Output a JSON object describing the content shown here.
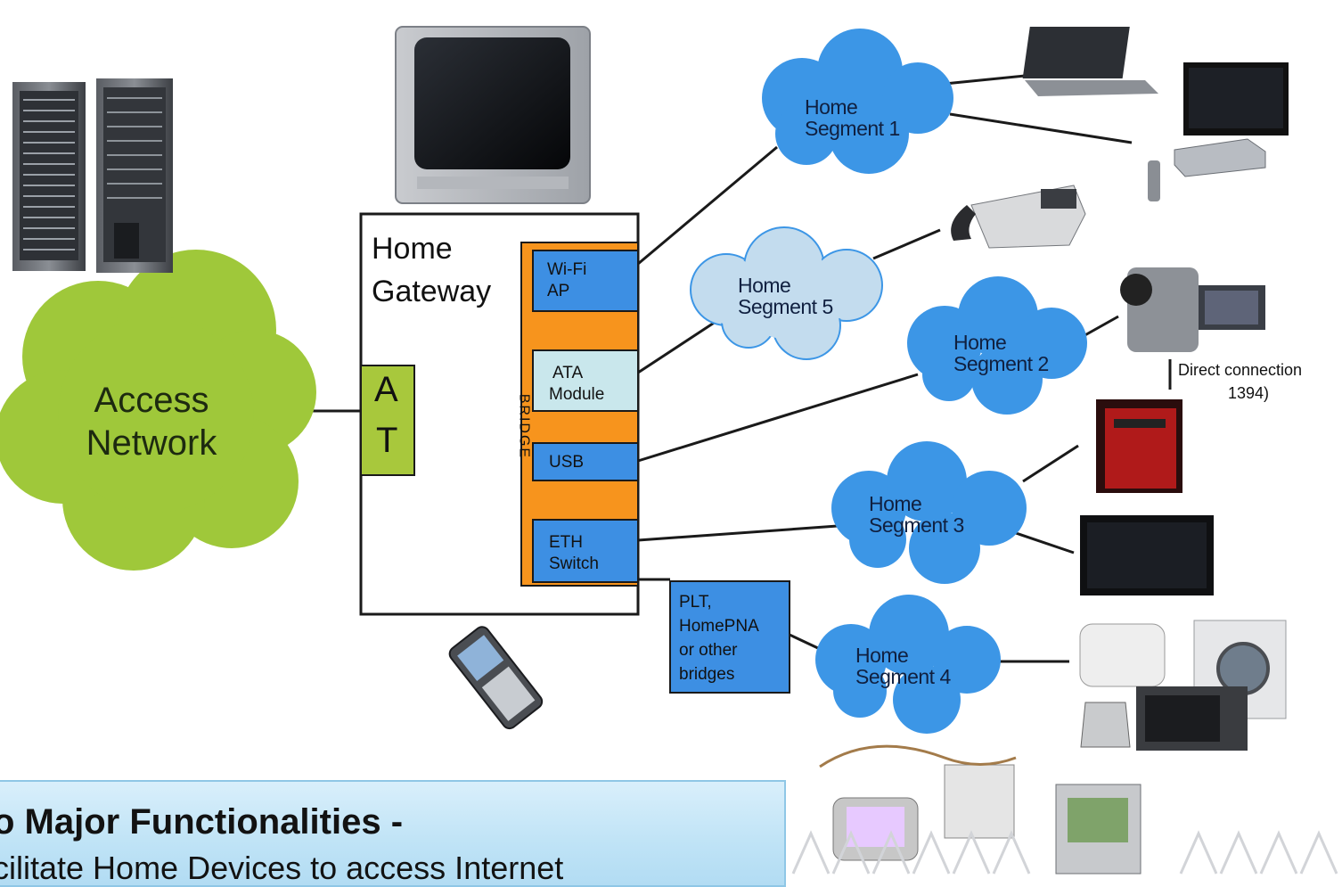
{
  "diagram": {
    "access_network": "Access Network",
    "at": [
      "A",
      "T"
    ],
    "gateway": {
      "title_line1": "Home",
      "title_line2": "Gateway",
      "bridge": "BRIDGE"
    },
    "modules": {
      "wifi": [
        "Wi-Fi",
        "AP"
      ],
      "ata": [
        "ATA",
        "Module"
      ],
      "usb": "USB",
      "eth": [
        "ETH",
        "Switch"
      ]
    },
    "plt_box": [
      "PLT,",
      "HomePNA",
      "or other",
      "bridges"
    ],
    "segments": [
      {
        "line1": "Home",
        "line2": "Segment 1"
      },
      {
        "line1": "Home",
        "line2": "Segment 5"
      },
      {
        "line1": "Home",
        "line2": "Segment 2"
      },
      {
        "line1": "Home",
        "line2": "Segment 3"
      },
      {
        "line1": "Home",
        "line2": "Segment 4"
      }
    ],
    "direct_connection": {
      "line1": "Direct connection",
      "line2": "1394)"
    },
    "colors": {
      "cloud_green": "#9fc83a",
      "cloud_blue": "#3c96e6",
      "cloud_light": "#c3dcee",
      "module_blue": "#3d8fe3",
      "module_light": "#c9e7ec",
      "bridge_orange": "#f7941d",
      "at_green": "#a8c83c"
    }
  },
  "callout": {
    "heading": "o Major Functionalities -",
    "body": "cilitate Home Devices to access Internet"
  }
}
